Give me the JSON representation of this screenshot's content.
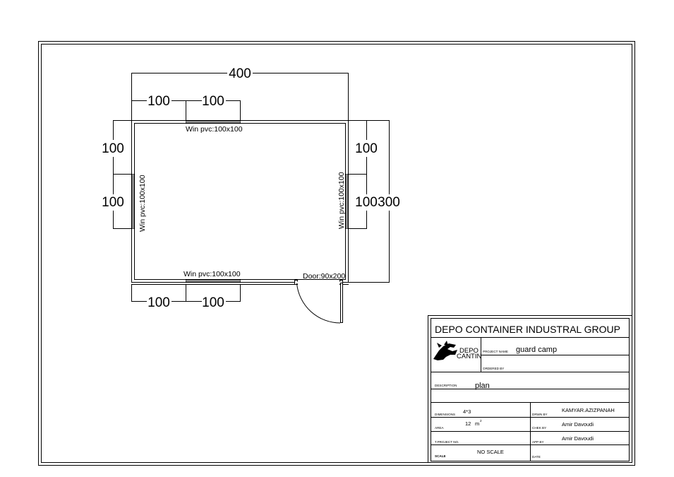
{
  "plan": {
    "dim_top_overall": "400",
    "dim_top_seg1": "100",
    "dim_top_seg2": "100",
    "dim_bottom_seg1": "100",
    "dim_bottom_seg2": "100",
    "dim_left_upper": "100",
    "dim_left_lower": "100",
    "dim_right_upper": "100",
    "dim_right_lower": "100",
    "dim_right_overall": "300",
    "window_top_label": "Win pvc:100x100",
    "window_bottom_label": "Win pvc:100x100",
    "window_left_label": "Win pvc:100x100",
    "window_right_label": "Win pvc:100x100",
    "door_label": "Door:90x200"
  },
  "title_block": {
    "company": "DEPO CONTAINER INDUSTRAL GROUP",
    "logo_line1": "DEPO",
    "logo_line2": "CANTIN",
    "logo_icon": "griffin-icon",
    "project_name_label": "PROJECT NAME",
    "project_name": "guard camp",
    "ordered_by_label": "ORDERED BY",
    "ordered_by": "",
    "description_label": "DESCRIPTION",
    "description": "plan",
    "dimensions_label": "DIMENSIONS",
    "dimensions": "4*3",
    "area_label": "AREA",
    "area_value": "12",
    "area_unit": "m",
    "area_exp": "2",
    "tproject_label": "T.PROJECT NO.",
    "tproject": "",
    "scale_label": "SCALE",
    "scale": "NO SCALE",
    "drawn_by_label": "DRWN BY",
    "drawn_by": "KAMYAR.AZIZPANAH",
    "checked_by_label": "CHEK BY",
    "checked_by": "Amir Davoudi",
    "approved_by_label": "APP BY",
    "approved_by": "Amir Davoudi",
    "date_label": "DATE",
    "date": ""
  }
}
